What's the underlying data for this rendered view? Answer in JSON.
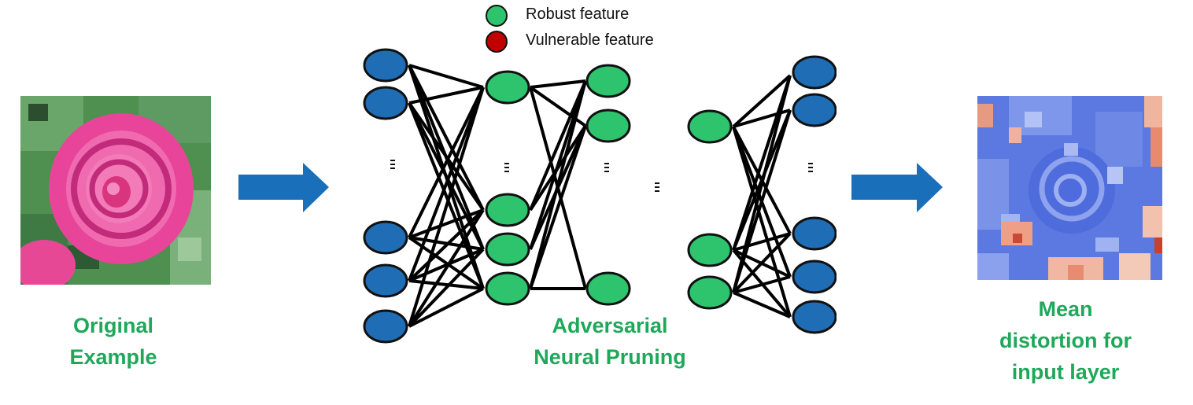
{
  "legend": {
    "items": [
      {
        "label": "Robust feature",
        "color": "#2ec46e"
      },
      {
        "label": "Vulnerable feature",
        "color": "#c00000"
      }
    ]
  },
  "captions": {
    "original": [
      "Original",
      "Example"
    ],
    "pruning": [
      "Adversarial",
      "Neural Pruning"
    ],
    "distortion": [
      "Mean",
      "distortion for",
      "input layer"
    ]
  },
  "colors": {
    "input_neuron": "#1f6db5",
    "robust_neuron": "#2ec46e",
    "arrow": "#1a6fbb",
    "caption": "#1fa85a"
  },
  "icons": {
    "arrow_1": "right-arrow-icon",
    "arrow_2": "right-arrow-icon",
    "ellipsis": "vertical-ellipsis-icon"
  }
}
